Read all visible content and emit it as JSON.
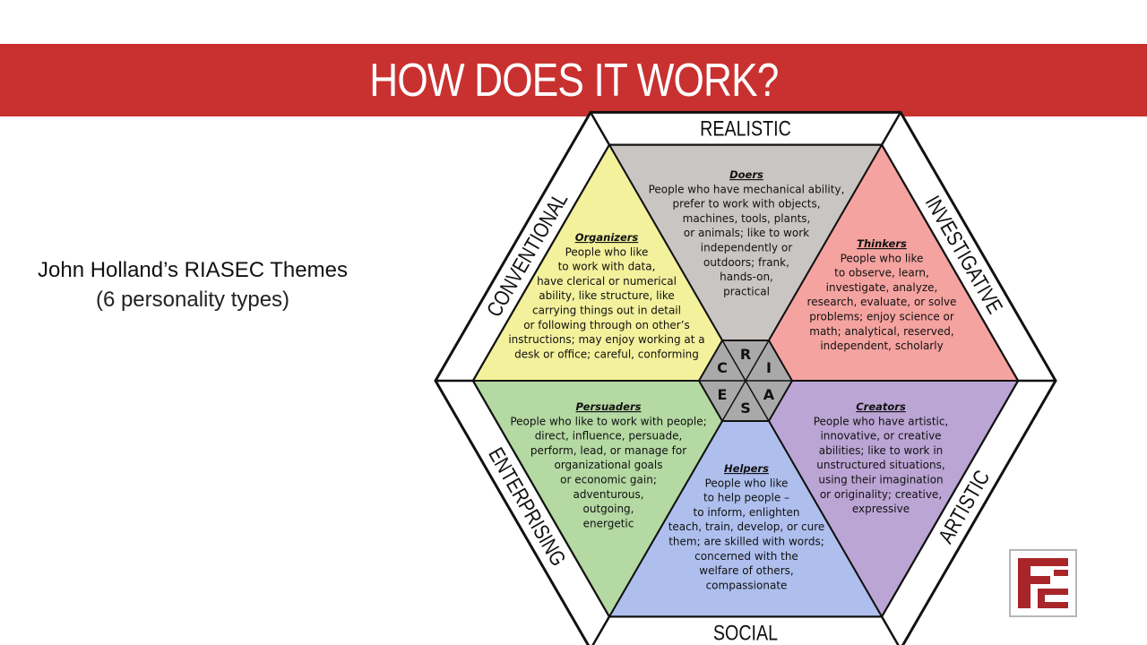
{
  "header": {
    "title": "HOW DOES IT WORK?"
  },
  "intro": {
    "line1": "John Holland’s RIASEC Themes",
    "line2": "(6 personality types)"
  },
  "diagram": {
    "colors": {
      "realistic": "#c9c5c3",
      "investigative": "#f5a3a0",
      "artistic": "#bba5d5",
      "social": "#aebfee",
      "enterprising": "#b4d9a2",
      "conventional": "#f3f19c",
      "banner_red": "#c8312f"
    },
    "outer_labels": {
      "realistic": "REALISTIC",
      "investigative": "INVESTIGATIVE",
      "artistic": "ARTISTIC",
      "social": "SOCIAL",
      "enterprising": "ENTERPRISING",
      "conventional": "CONVENTIONAL"
    },
    "center_letters": {
      "r": "R",
      "i": "I",
      "a": "A",
      "s": "S",
      "e": "E",
      "c": "C"
    },
    "sections": {
      "realistic": {
        "title": "Doers",
        "lines": [
          "People who have mechanical ability,",
          "prefer to work with objects,",
          "machines, tools, plants,",
          "or animals; like to work",
          "independently or",
          "outdoors; frank,",
          "hands-on,",
          "practical"
        ]
      },
      "investigative": {
        "title": "Thinkers",
        "lines": [
          "People who like",
          "to observe, learn,",
          "investigate, analyze,",
          "research, evaluate, or solve",
          "problems; enjoy science or",
          "math; analytical, reserved,",
          "independent, scholarly"
        ]
      },
      "artistic": {
        "title": "Creators",
        "lines": [
          "People who have artistic,",
          "innovative, or creative",
          "abilities; like to work in",
          "unstructured situations,",
          "using their imagination",
          "or originality; creative,",
          "expressive"
        ]
      },
      "social": {
        "title": "Helpers",
        "lines": [
          "People who like",
          "to help people –",
          "to inform, enlighten",
          "teach, train, develop, or cure",
          "them; are skilled with words;",
          "concerned with the",
          "welfare of others,",
          "compassionate"
        ]
      },
      "enterprising": {
        "title": "Persuaders",
        "lines": [
          "People who like to work with people;",
          "direct, influence, persuade,",
          "perform, lead, or manage for",
          "organizational goals",
          "or economic gain;",
          "adventurous,",
          "outgoing,",
          "energetic"
        ]
      },
      "conventional": {
        "title": "Organizers",
        "lines": [
          "People who like",
          "to work with data,",
          "have clerical or numerical",
          "ability, like structure, like",
          "carrying things out in detail",
          "or following through on other’s",
          "instructions; may enjoy working at a",
          "desk or office; careful, conforming"
        ]
      }
    }
  }
}
